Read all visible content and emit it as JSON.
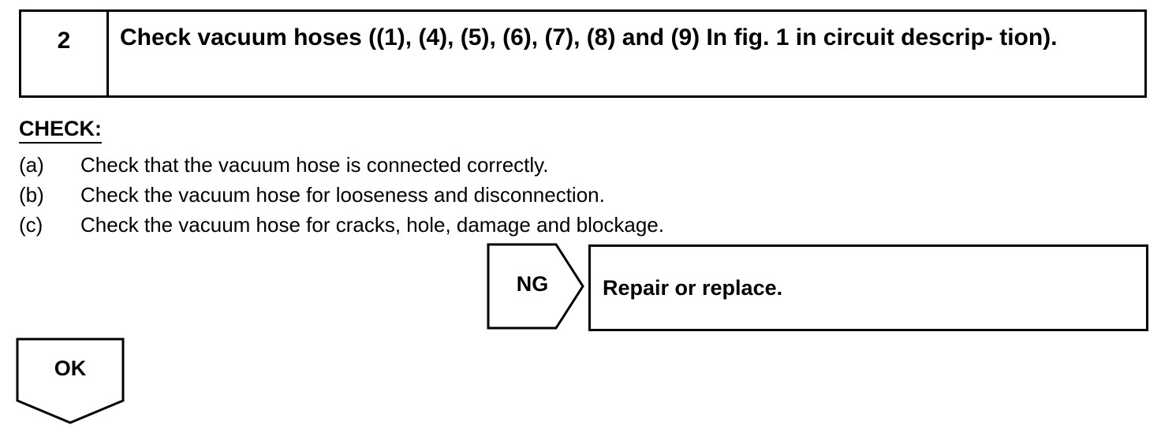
{
  "step": {
    "number": "2",
    "title": "Check vacuum hoses ((1), (4), (5), (6), (7), (8) and (9) In fig. 1 in circuit descrip- tion)."
  },
  "check": {
    "heading": "CHECK:",
    "items": [
      {
        "marker": "(a)",
        "text": "Check that the vacuum hose is connected correctly."
      },
      {
        "marker": "(b)",
        "text": "Check the vacuum hose for looseness and disconnection."
      },
      {
        "marker": "(c)",
        "text": "Check the vacuum hose for cracks, hole, damage and blockage."
      }
    ]
  },
  "ng": {
    "label": "NG",
    "result": "Repair or replace."
  },
  "ok": {
    "label": "OK"
  }
}
